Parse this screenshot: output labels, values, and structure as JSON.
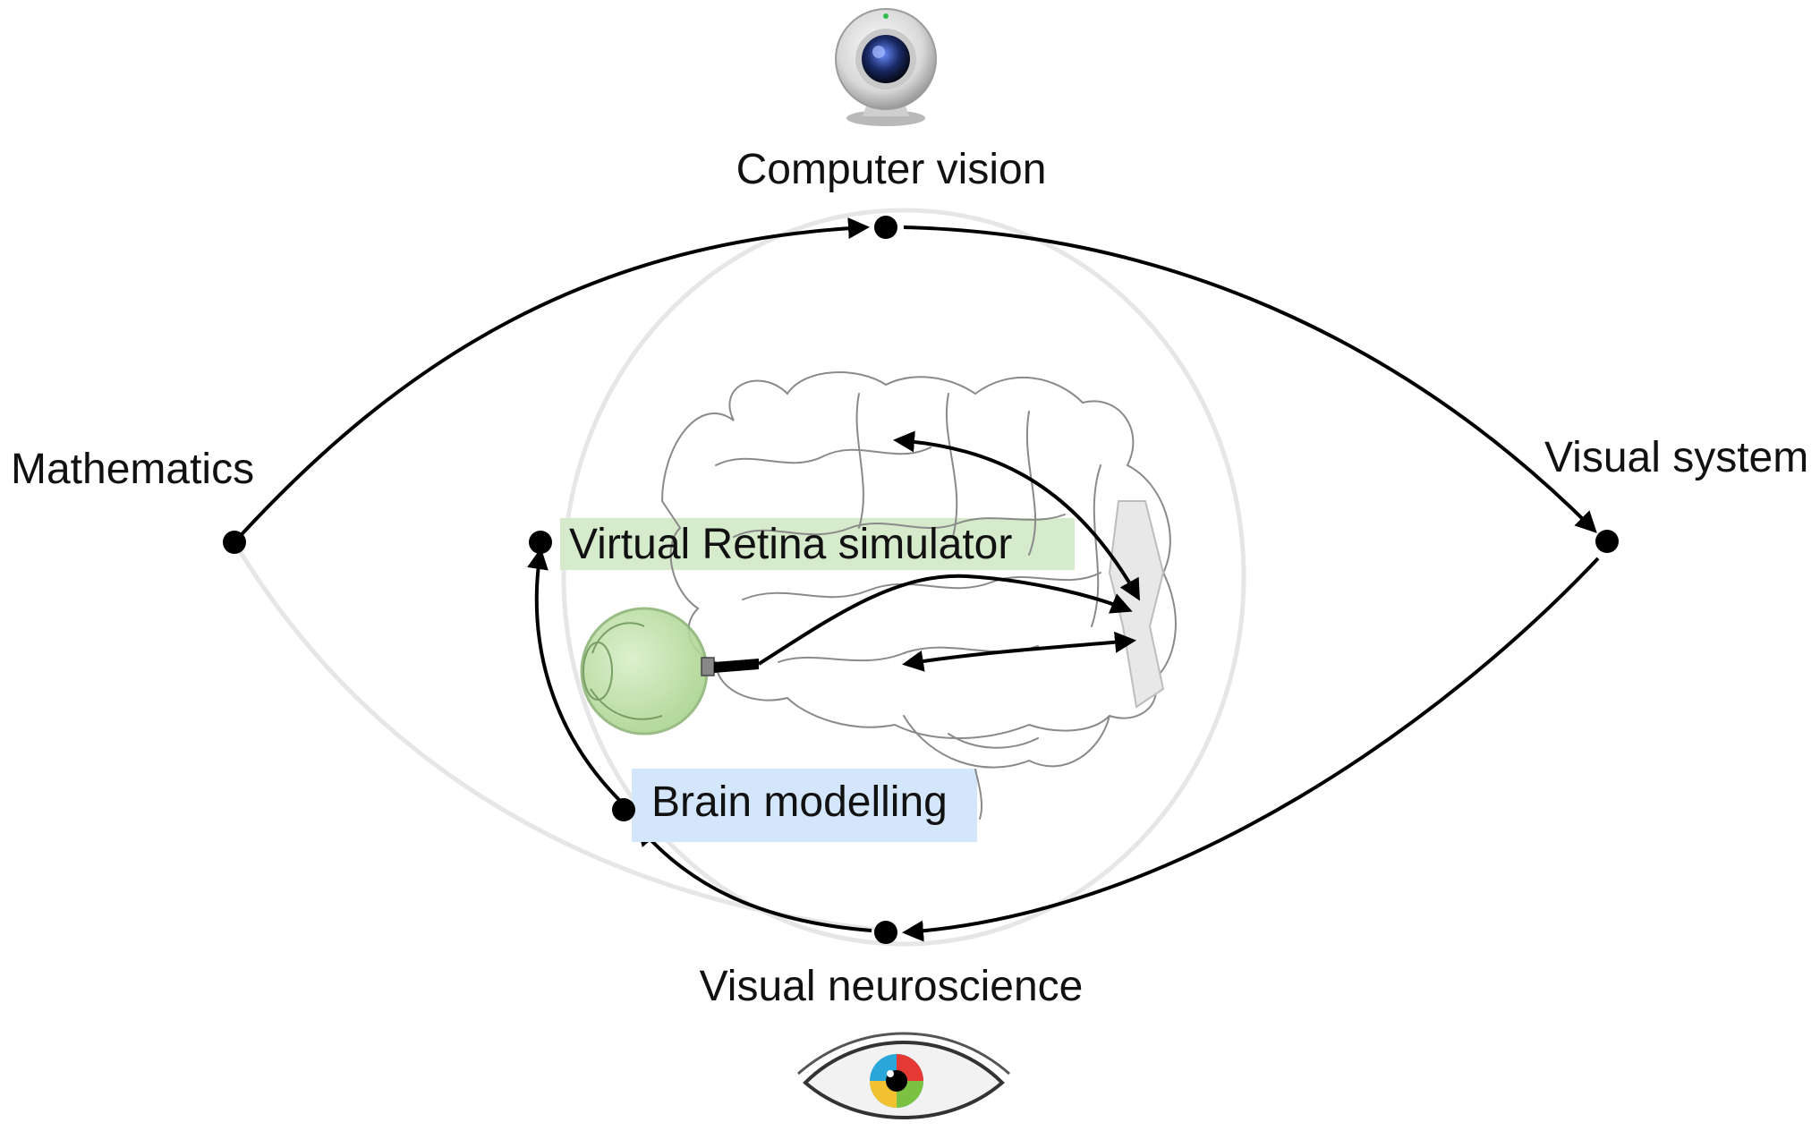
{
  "nodes": {
    "computer_vision": {
      "label": "Computer vision",
      "icon": "webcam-icon"
    },
    "mathematics": {
      "label": "Mathematics"
    },
    "visual_system": {
      "label": "Visual system"
    },
    "visual_neuroscience": {
      "label": "Visual neuroscience",
      "icon": "human-eye-icon"
    },
    "virtual_retina": {
      "label": "Virtual Retina simulator",
      "highlight": "#d6ebcb"
    },
    "brain_modelling": {
      "label": "Brain modelling",
      "highlight": "#d3e6fb"
    }
  },
  "illustrations": [
    "brain-sketch-icon",
    "eyeball-sketch-icon"
  ],
  "colors": {
    "retina_box": "#d6ebcb",
    "brain_box": "#d3e6fb",
    "eyeball": "#bfe0a8",
    "iris_ring": "multicolor"
  }
}
